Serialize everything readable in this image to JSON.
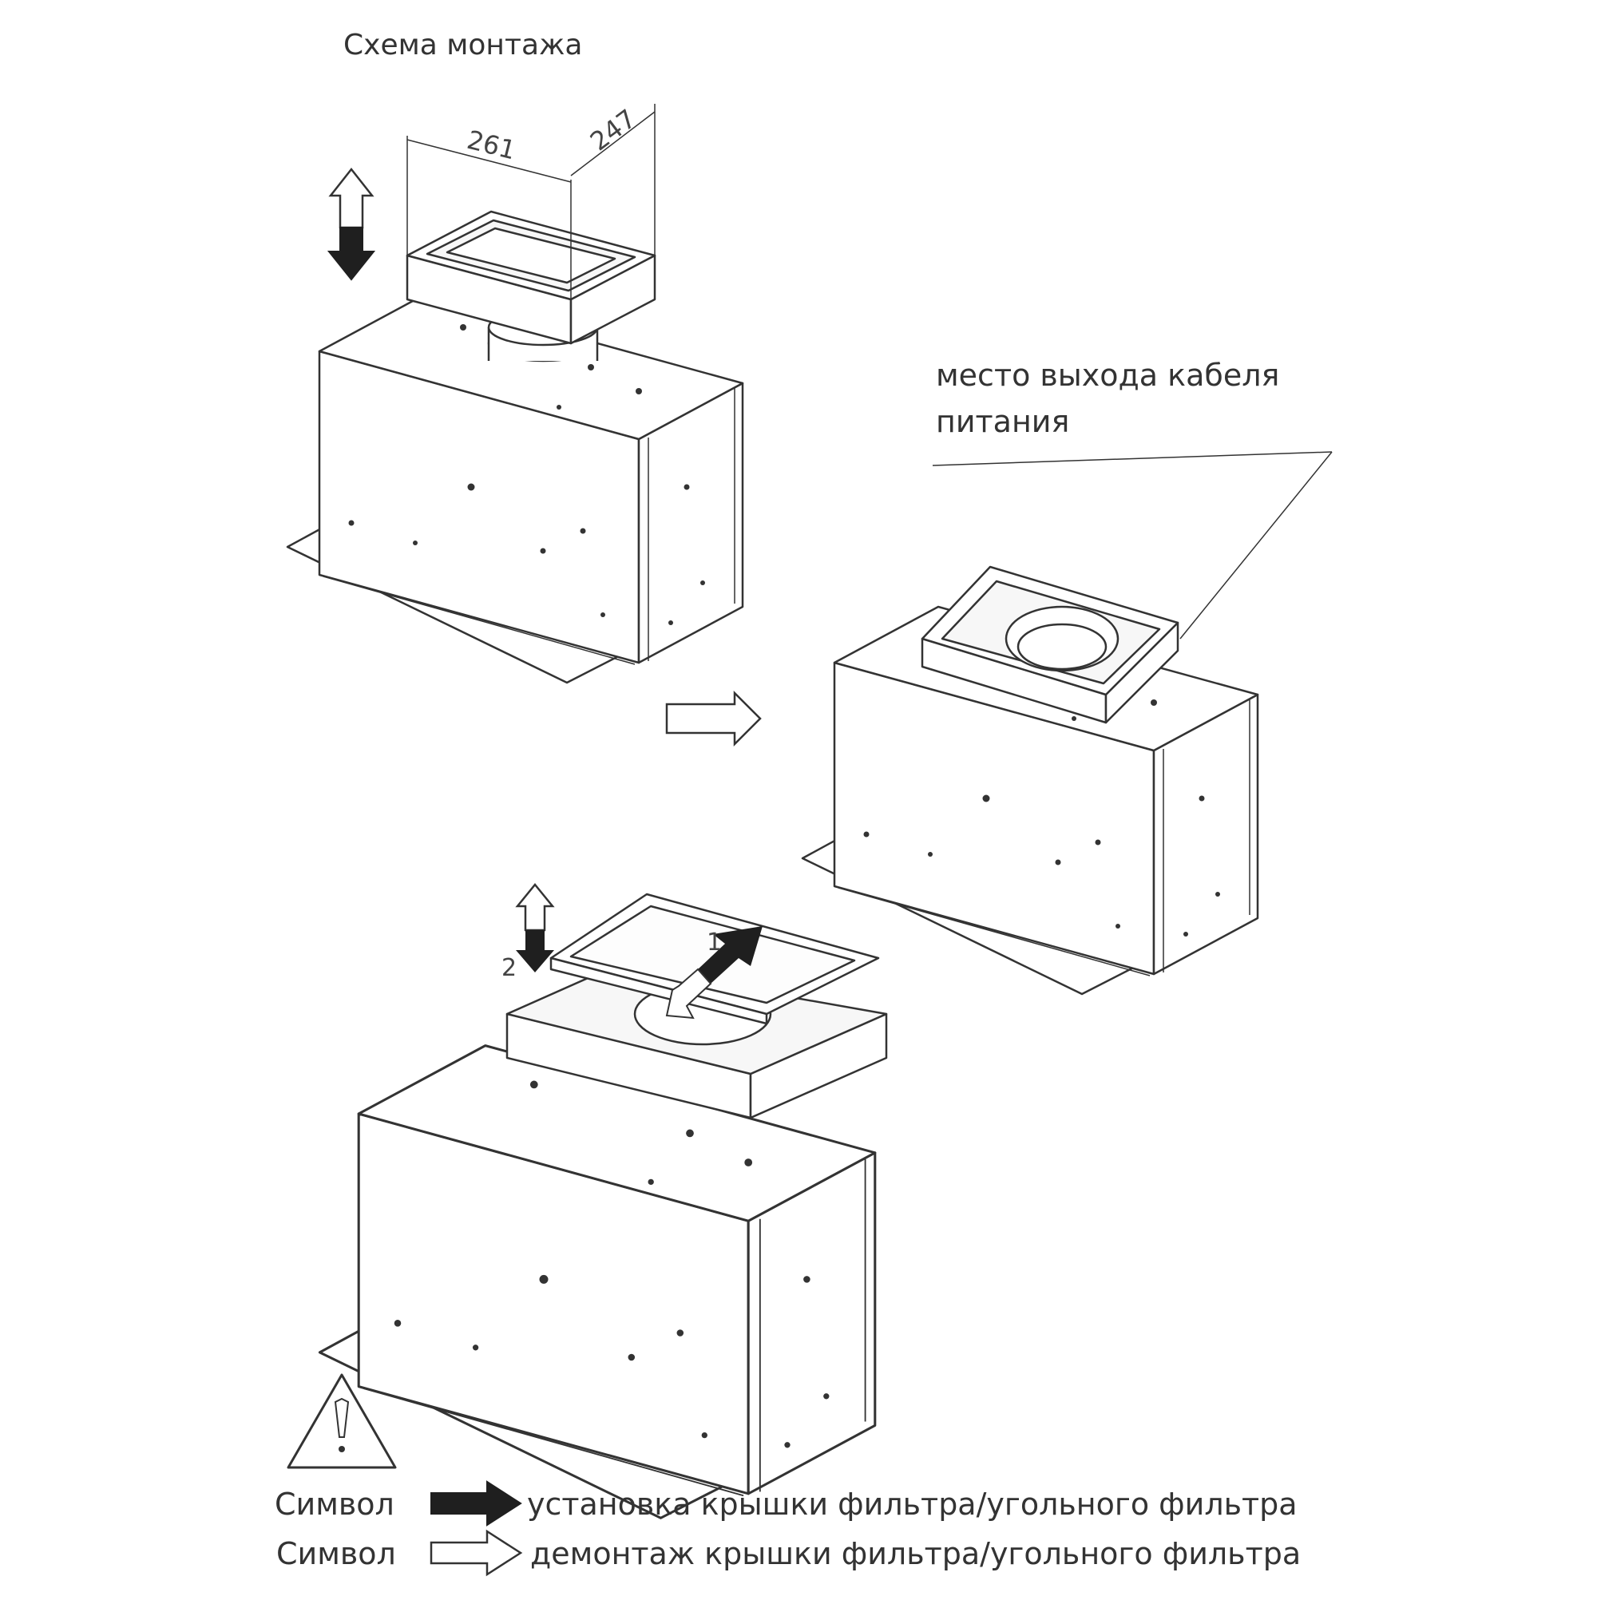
{
  "title": "Схема монтажа",
  "dimensions": {
    "width": "261",
    "depth": "247"
  },
  "cable_label": {
    "line1": "место выхода кабеля",
    "line2": "питания"
  },
  "steps": {
    "one": "1",
    "two": "2"
  },
  "legend": [
    {
      "symbol": "Символ",
      "style": "filled",
      "text": "установка крышки фильтра/угольного фильтра"
    },
    {
      "symbol": "Символ",
      "style": "outline",
      "text": "демонтаж крышки фильтра/угольного фильтра"
    }
  ],
  "icons": [
    "warning-triangle-icon",
    "filled-arrow-icon",
    "outline-arrow-icon",
    "up-down-arrow-icon"
  ],
  "colors": {
    "line": "#333333",
    "arrow_fill": "#1f1f1f",
    "paper": "#ffffff"
  }
}
